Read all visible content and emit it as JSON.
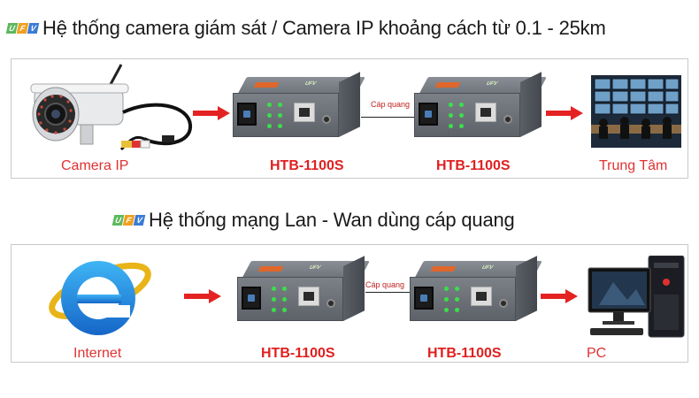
{
  "section1": {
    "title": "Hệ thống camera giám sát / Camera IP khoảng cách từ 0.1 - 25km",
    "labels": {
      "source": "Camera IP",
      "converter_a": "HTB-1100S",
      "converter_b": "HTB-1100S",
      "destination": "Trung Tâm"
    },
    "cable_label": "Cáp quang"
  },
  "section2": {
    "title": "Hệ thống mạng Lan - Wan dùng cáp quang",
    "labels": {
      "source": "Internet",
      "converter_a": "HTB-1100S",
      "converter_b": "HTB-1100S",
      "destination": "PC"
    },
    "cable_label": "Cáp quang"
  },
  "logo": {
    "letters": [
      "U",
      "F",
      "V"
    ],
    "colors": [
      "#5cb85c",
      "#f0a020",
      "#3a7bd5"
    ]
  },
  "colors": {
    "accent_red": "#e52222",
    "model_red": "#e02020",
    "caption_red": "#e03131"
  }
}
